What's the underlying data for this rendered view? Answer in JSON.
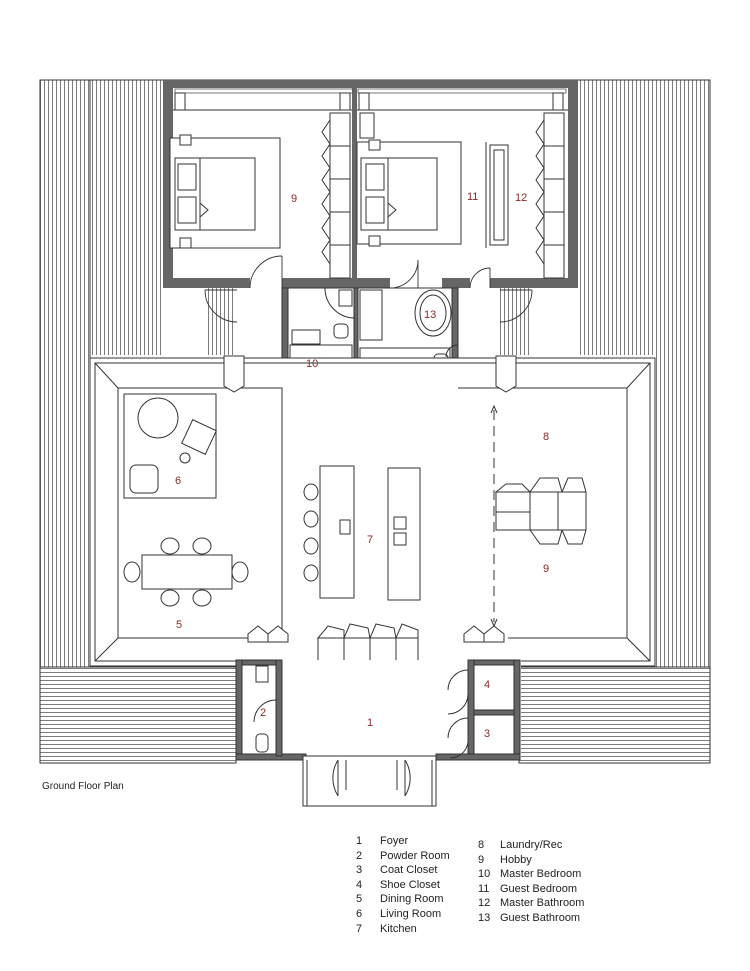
{
  "plan_title": "Ground Floor Plan",
  "room_labels": {
    "foyer": "1",
    "powder_room": "2",
    "coat_closet": "3",
    "shoe_closet": "4",
    "dining_room": "5",
    "living_room": "6",
    "kitchen": "7",
    "laundry_rec": "8",
    "hobby": "9",
    "bedroom_left": "9",
    "master_bedroom": "10",
    "guest_bedroom": "11",
    "master_bathroom": "12",
    "guest_bathroom": "13"
  },
  "legend": [
    {
      "num": "1",
      "label": "Foyer"
    },
    {
      "num": "2",
      "label": "Powder Room"
    },
    {
      "num": "3",
      "label": "Coat Closet"
    },
    {
      "num": "4",
      "label": "Shoe Closet"
    },
    {
      "num": "5",
      "label": "Dining Room"
    },
    {
      "num": "6",
      "label": "Living Room"
    },
    {
      "num": "7",
      "label": "Kitchen"
    },
    {
      "num": "8",
      "label": "Laundry/Rec"
    },
    {
      "num": "9",
      "label": "Hobby"
    },
    {
      "num": "10",
      "label": "Master Bedroom"
    },
    {
      "num": "11",
      "label": "Guest Bedroom"
    },
    {
      "num": "12",
      "label": "Master Bathroom"
    },
    {
      "num": "13",
      "label": "Guest Bathroom"
    }
  ],
  "colors": {
    "wall": "#555555",
    "line": "#333333",
    "label": "#8a2a2a"
  }
}
